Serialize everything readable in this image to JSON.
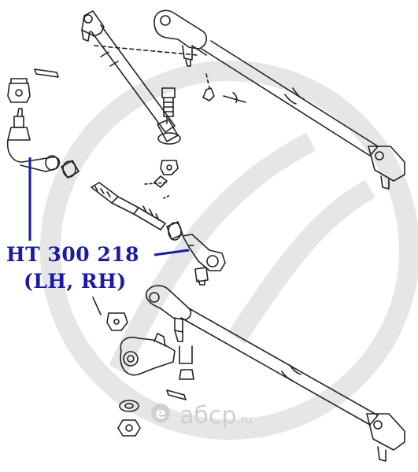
{
  "part_number": "HT 300 218",
  "side": "(LH, RH)",
  "watermark": {
    "letter": "e",
    "text": "абср",
    "suffix": ".ru"
  },
  "colors": {
    "label": "#1a1aa6",
    "line": "#222222",
    "watermark": "#cfcfcf",
    "leader": "#1a1aa6"
  }
}
